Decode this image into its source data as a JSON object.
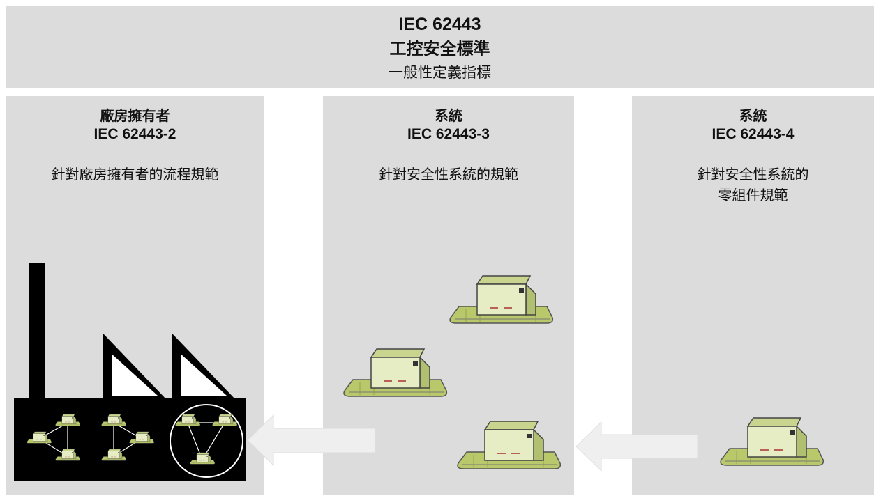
{
  "header": {
    "standard": "IEC 62443",
    "title": "工控安全標準",
    "subtitle": "一般性定義指標"
  },
  "panels": [
    {
      "title": "廠房擁有者",
      "standard": "IEC 62443-2",
      "description": [
        "針對廠房擁有者的流程規範"
      ]
    },
    {
      "title": "系統",
      "standard": "IEC 62443-3",
      "description": [
        "針對安全性系統的規範"
      ]
    },
    {
      "title": "系統",
      "standard": "IEC 62443-4",
      "description": [
        "針對安全性系統的",
        "零組件規範"
      ]
    }
  ],
  "colors": {
    "panel_bg": "#dcdcdc",
    "factory": "#000000",
    "machine_body": "#e6ecc4",
    "machine_top": "#c9d58e",
    "conveyor": "#b8c86a",
    "arrow": "#efefef"
  },
  "icons": [
    "factory-icon",
    "machine-icon",
    "arrow-left-icon"
  ]
}
